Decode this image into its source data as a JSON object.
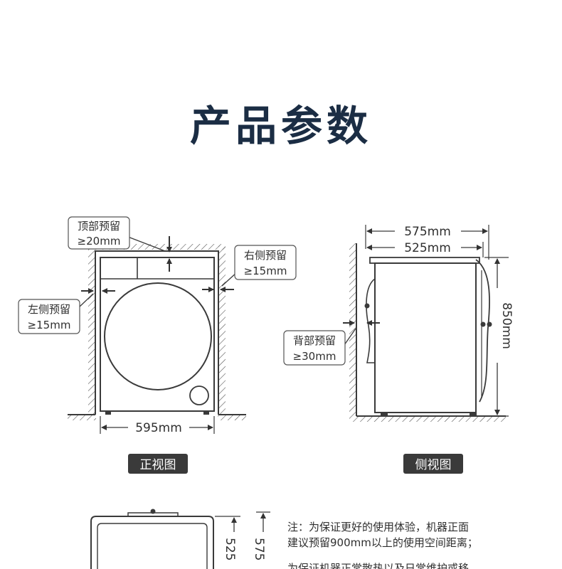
{
  "title": "产品参数",
  "front_view": {
    "caption": "正视图",
    "top_clearance_label": "顶部预留",
    "top_clearance_value": "≥20mm",
    "left_clearance_label": "左侧预留",
    "left_clearance_value": "≥15mm",
    "right_clearance_label": "右侧预留",
    "right_clearance_value": "≥15mm",
    "width_dim": "595mm"
  },
  "side_view": {
    "caption": "侧视图",
    "back_clearance_label": "背部预留",
    "back_clearance_value": "≥30mm",
    "depth_outer_dim": "575mm",
    "depth_body_dim": "525mm",
    "height_dim": "850mm"
  },
  "top_view": {
    "depth_body_dim": "525",
    "depth_outer_dim": "575"
  },
  "notes": {
    "line1": "注：为保证更好的使用体验，机器正面",
    "line2": "建议预留900mm以上的使用空间距离；",
    "line3": "为保证机器正常散热以及日常维护或移"
  },
  "colors": {
    "title": "#1b2d44",
    "line": "#3a3a3a",
    "caption_bg": "#3a3a3a"
  }
}
